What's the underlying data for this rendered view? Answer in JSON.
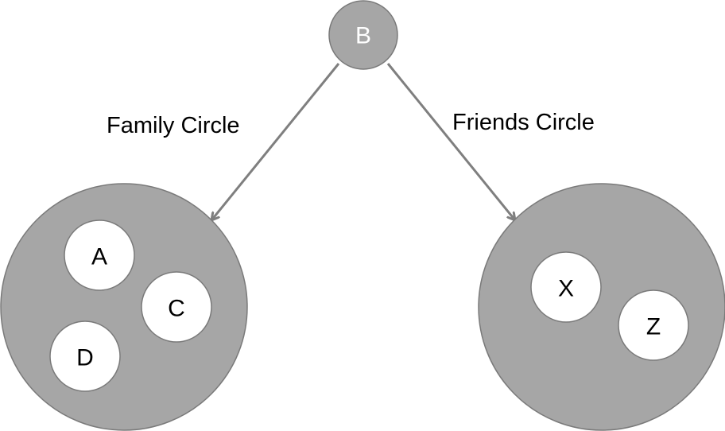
{
  "root": {
    "label": "B"
  },
  "edges": {
    "left_label": "Family Circle",
    "right_label": "Friends Circle"
  },
  "family_circle": {
    "members": [
      "A",
      "C",
      "D"
    ]
  },
  "friends_circle": {
    "members": [
      "X",
      "Z"
    ]
  },
  "colors": {
    "circle_fill": "#a6a6a6",
    "circle_stroke": "#7a7a7a",
    "member_fill": "#ffffff",
    "arrow": "#7f7f7f",
    "root_text": "#ffffff",
    "member_text": "#000000"
  }
}
